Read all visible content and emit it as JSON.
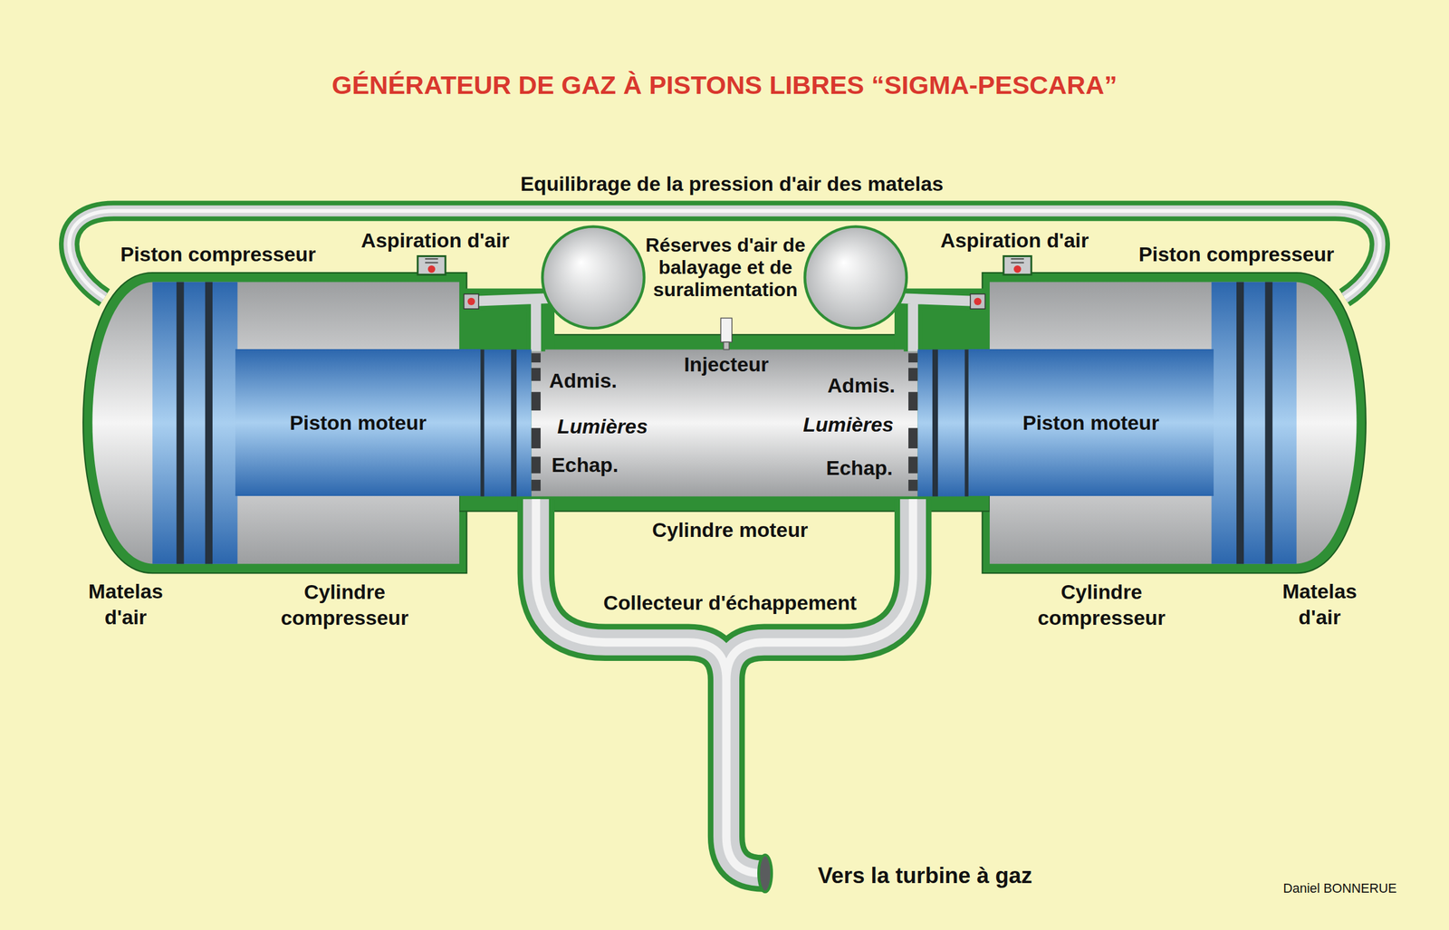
{
  "diagram": {
    "title": "GÉNÉRATEUR DE GAZ À PISTONS LIBRES “SIGMA-PESCARA”",
    "nodes": [
      {
        "text": [
          "Piston moteur"
        ]
      },
      {
        "text": [
          "Piston moteur"
        ]
      }
    ],
    "labels": [
      "Equilibrage de la pression d'air des matelas",
      "Piston compresseur",
      "Aspiration d'air",
      "Réserves d'air de balayage et de suralimentation",
      "Aspiration d'air",
      "Piston compresseur",
      "Injecteur",
      "Admis.",
      "Admis.",
      "Lumières",
      "Lumières",
      "Echap.",
      "Echap.",
      "Cylindre moteur",
      "Matelas d'air",
      "Cylindre compresseur",
      "Cylindre compresseur",
      "Matelas d'air",
      "Collecteur d'échappement",
      "Vers la turbine à gaz",
      "Daniel BONNERUE"
    ]
  }
}
